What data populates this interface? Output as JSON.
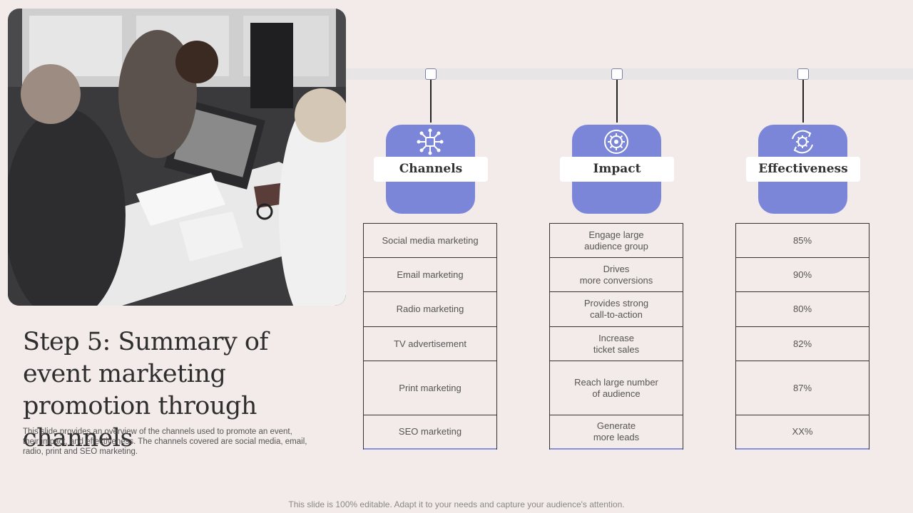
{
  "title": "Step 5: Summary of event marketing promotion through channels",
  "description": "This slide provides an overview of the channels used to promote an event, their impact, and effectiveness. The channels covered are social media, email, radio, print and SEO marketing.",
  "footer": "This slide is 100% editable. Adapt it to your needs and capture your audience's attention.",
  "columns": [
    {
      "header": "Channels",
      "icon": "network-icon",
      "rows": [
        "Social media marketing",
        "Email marketing",
        "Radio marketing",
        "TV advertisement",
        "Print marketing",
        "SEO marketing"
      ]
    },
    {
      "header": "Impact",
      "icon": "gear-target-icon",
      "rows": [
        "Engage large\naudience group",
        "Drives\nmore conversions",
        "Provides strong\ncall-to-action",
        "Increase\nticket sales",
        "Reach large number\nof audience",
        "Generate\nmore leads"
      ]
    },
    {
      "header": "Effectiveness",
      "icon": "gear-cycle-icon",
      "rows": [
        "85%",
        "90%",
        "80%",
        "82%",
        "87%",
        "XX%"
      ]
    }
  ],
  "colors": {
    "accent": "#7b86d9",
    "background": "#f3ebea"
  }
}
